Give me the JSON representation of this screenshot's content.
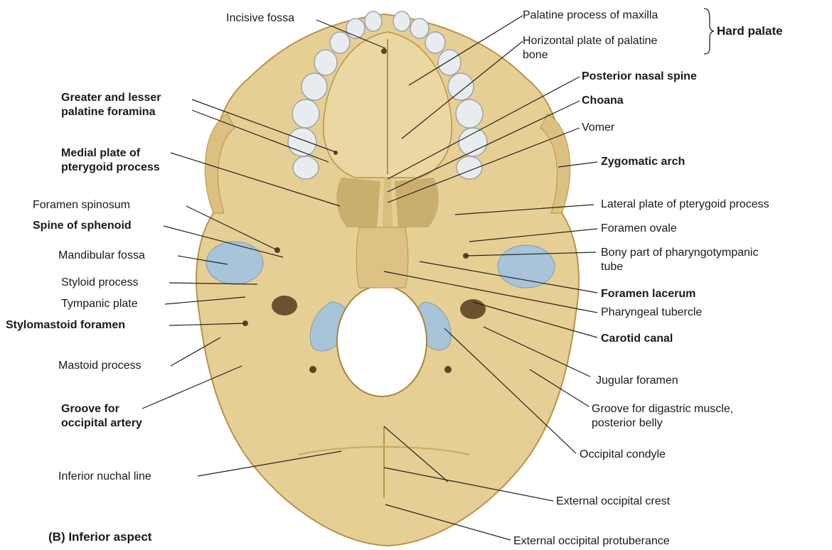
{
  "caption": "(B) Inferior aspect",
  "labels": {
    "incisive_fossa": "Incisive fossa",
    "palatine_process": "Palatine process of maxilla",
    "horizontal_plate": "Horizontal plate of palatine\nbone",
    "hard_palate": "Hard palate",
    "posterior_nasal_spine": "Posterior nasal spine",
    "choana": "Choana",
    "vomer": "Vomer",
    "zygomatic_arch": "Zygomatic arch",
    "greater_lesser_palatine": "Greater and lesser\npalatine foramina",
    "medial_plate": "Medial plate of\npterygoid process",
    "foramen_spinosum": "Foramen spinosum",
    "spine_sphenoid": "Spine of sphenoid",
    "mandibular_fossa": "Mandibular fossa",
    "styloid_process": "Styloid process",
    "tympanic_plate": "Tympanic plate",
    "stylomastoid": "Stylomastoid foramen",
    "mastoid_process": "Mastoid process",
    "groove_occipital": "Groove for\noccipital artery",
    "inferior_nuchal": "Inferior nuchal line",
    "lateral_plate": "Lateral plate of pterygoid process",
    "foramen_ovale": "Foramen ovale",
    "bony_part": "Bony part of pharyngotympanic\ntube",
    "foramen_lacerum": "Foramen lacerum",
    "pharyngeal_tubercle": "Pharyngeal tubercle",
    "carotid_canal": "Carotid canal",
    "jugular_foramen": "Jugular foramen",
    "groove_digastric": "Groove for digastric muscle,\nposterior belly",
    "occipital_condyle": "Occipital condyle",
    "ext_occipital_crest": "External occipital crest",
    "ext_occipital_protuberance": "External occipital protuberance"
  },
  "colors": {
    "bone": "#e6cf94",
    "bone_shadow": "#c9a860",
    "bone_dark": "#a9843f",
    "teeth": "#e9ecef",
    "cartilage": "#a8c4d8",
    "leader": "#222222"
  }
}
